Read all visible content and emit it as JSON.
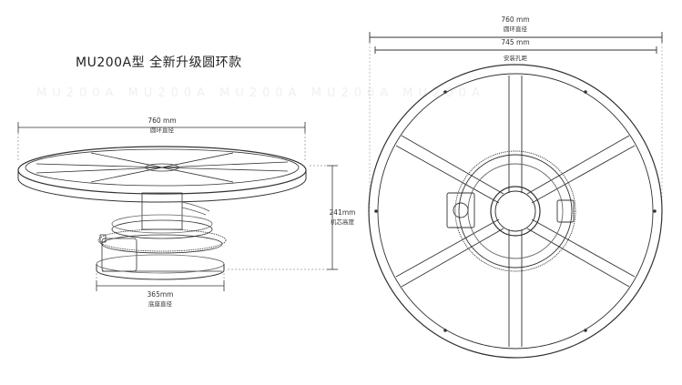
{
  "title": "MU200A型 全新升级圆环款",
  "side_view": {
    "ring_diameter_value": "760 mm",
    "ring_diameter_label": "圆环直径",
    "height_value": "241mm",
    "height_label": "机芯高度",
    "base_diameter_value": "365mm",
    "base_diameter_label": "底座直径"
  },
  "top_view": {
    "ring_diameter_value": "760 mm",
    "ring_diameter_label": "圆环直径",
    "mount_hole_value": "745 mm",
    "mount_hole_label": "安装孔距"
  },
  "watermark": "MU200A MU200A MU200A MU200A MU200A"
}
